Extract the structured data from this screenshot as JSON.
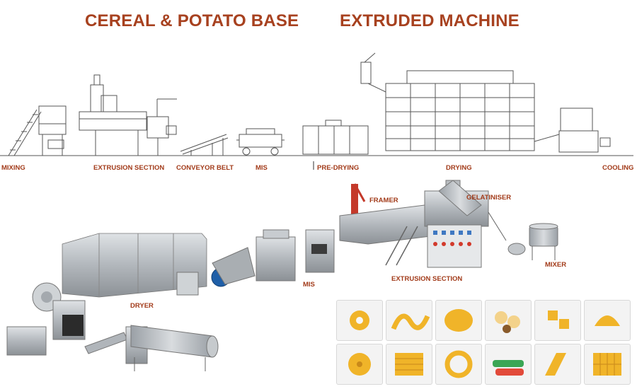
{
  "colors": {
    "title": "#a7411f",
    "label": "#a23b1a",
    "line": "#555555",
    "steel": "#b8bcc0",
    "snack": "#f0b429"
  },
  "titles": {
    "left": "CEREAL & POTATO BASE",
    "right": "EXTRUDED MACHINE"
  },
  "top_labels": {
    "mixing": "MIXING",
    "extrusion": "EXTRUSION SECTION",
    "conveyor": "CONVEYOR BELT",
    "mis": "MIS",
    "predrying": "PRE-DRYING",
    "drying": "DRYING",
    "cooling": "COOLING"
  },
  "bottom_labels": {
    "framer": "FRAMER",
    "gelatiniser": "GELATINISER",
    "dryer": "DRYER",
    "mis": "MIS",
    "extrusion": "EXTRUSION SECTION",
    "mixer": "MIXER"
  },
  "thumbnails": [
    {
      "icon": "wheel-snack-icon"
    },
    {
      "icon": "spiral-snack-icon"
    },
    {
      "icon": "chip-snack-icon"
    },
    {
      "icon": "ball-snack-icon"
    },
    {
      "icon": "cube-snack-icon"
    },
    {
      "icon": "shell-snack-icon"
    },
    {
      "icon": "flower-snack-icon"
    },
    {
      "icon": "screw-snack-icon"
    },
    {
      "icon": "ring-snack-icon"
    },
    {
      "icon": "tube-snack-icon"
    },
    {
      "icon": "penne-snack-icon"
    },
    {
      "icon": "grid-snack-icon"
    }
  ]
}
